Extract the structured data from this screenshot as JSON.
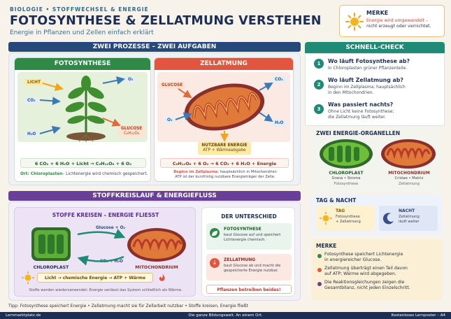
{
  "header": {
    "kicker": "BIOLOGIE • STOFFWECHSEL & ENERGIE",
    "title": "FOTOSYNTHESE & ZELLATMUNG VERSTEHEN",
    "subtitle": "Energie in Pflanzen und Zellen einfach erklärt"
  },
  "merke_top": {
    "label": "MERKE",
    "text_highlight": "Energie wird umgewandelt –",
    "text_rest": "nicht erzeugt oder vernichtet."
  },
  "section1": {
    "title": "ZWEI PROZESSE – ZWEI AUFGABEN"
  },
  "foto": {
    "title": "FOTOSYNTHESE",
    "licht": "LICHT",
    "co2": "CO₂",
    "h2o": "H₂O",
    "o2": "O₂",
    "glukose": "GLUCOSE",
    "glukose_formula": "C₆H₁₂O₆",
    "equation": "6 CO₂ + 6 H₂O + Licht → C₆H₁₂O₆ + 6 O₂",
    "ort_label": "Ort: Chloroplasten",
    "ort_text": "– Lichtenergie wird chemisch gespeichert."
  },
  "zell": {
    "title": "ZELLATMUNG",
    "glukose": "GLUCOSE",
    "co2": "CO₂",
    "o2": "O₂",
    "h2o": "H₂O",
    "energie": "NUTZBARE ENERGIE",
    "energie_sub": "ATP + Wärmeabgabe",
    "equation": "C₆H₁₂O₆ + 6 O₂ → 6 CO₂ + 6 H₂O + Energie",
    "beginn_label": "Beginn im Zellplasma",
    "beginn_text": "; hauptsächlich in Mitochondrien",
    "beginn_text2": "ATP ist der kurzfristig nutzbare Energieträger der Zelle."
  },
  "section2": {
    "title": "STOFFKREISLAUF & ENERGIEFLUSS"
  },
  "kreislauf": {
    "title": "STOFFE KREISEN – ENERGIE FLIESST",
    "glucose_o2": "Glucose + O₂",
    "co2_h2o": "CO₂ + H₂O",
    "chloroplast": "CHLOROPLAST",
    "mito": "MITOCHONDRIUM",
    "flow": "Licht → chemische Energie → ATP + Wärme",
    "note": "Stoffe werden wiederverwendet: Energie verlässt das System schließlich als Wärme."
  },
  "unterschied": {
    "title": "DER UNTERSCHIED",
    "foto_title": "FOTOSYNTHESE",
    "foto_text": "baut Glucose auf und speichert Lichtenergie chemisch.",
    "zell_title": "ZELLATMUNG",
    "zell_text": "baut Glucose ab und macht die gespeicherte Energie nutzbar.",
    "footer": "Pflanzen betreiben beides!"
  },
  "check": {
    "title": "SCHNELL-CHECK",
    "items": [
      {
        "num": "1",
        "q": "Wo läuft Fotosynthese ab?",
        "a": "In Chloroplasten grüner Pflanzenteile."
      },
      {
        "num": "2",
        "q": "Wo läuft Zellatmung ab?",
        "a1": "Beginn im Zellplasma; hauptsächlich",
        "a2": "in den Mitochondrien."
      },
      {
        "num": "3",
        "q": "Was passiert nachts?",
        "a1": "Ohne Licht keine Fotosynthese;",
        "a2": "die Zellatmung läuft weiter."
      }
    ]
  },
  "organellen": {
    "title": "ZWEI ENERGIE-ORGANELLEN",
    "chloro": "CHLOROPLAST",
    "chloro_sub": "Grana • Stroma",
    "chloro_sub2": "Fotosynthese",
    "mito": "MITOCHONDRIUM",
    "mito_sub": "Cristae • Matrix",
    "mito_sub2": "Zellatmung"
  },
  "tagnacht": {
    "title": "TAG & NACHT",
    "tag": "TAG",
    "tag_text1": "Fotosynthese",
    "tag_text2": "+ Zellatmung",
    "nacht": "NACHT",
    "nacht_text1": "Zellatmung",
    "nacht_text2": "läuft weiter"
  },
  "merke": {
    "title": "MERKE",
    "items": [
      {
        "l1": "Fotosynthese speichert Lichtenergie",
        "l2": "in energiereicher Glucose."
      },
      {
        "l1": "Zellatmung überträgt einen Teil davon",
        "l2": "auf ATP; Wärme wird abgegeben."
      },
      {
        "l1": "Die Reaktionsgleichungen zeigen die",
        "l2": "Gesamtbilanz, nicht jeden Einzelschritt."
      }
    ]
  },
  "tip": "Tipp: Fotosynthese speichert Energie • Zellatmung macht sie für Zellarbeit nutzbar • Stoffe kreisen, Energie fließt",
  "footer": {
    "left": "Lernmarktplatz.de",
    "center": "Die ganze Bildungswelt. An einem Ort.",
    "right": "Kostenloses Lernposter – A4"
  }
}
